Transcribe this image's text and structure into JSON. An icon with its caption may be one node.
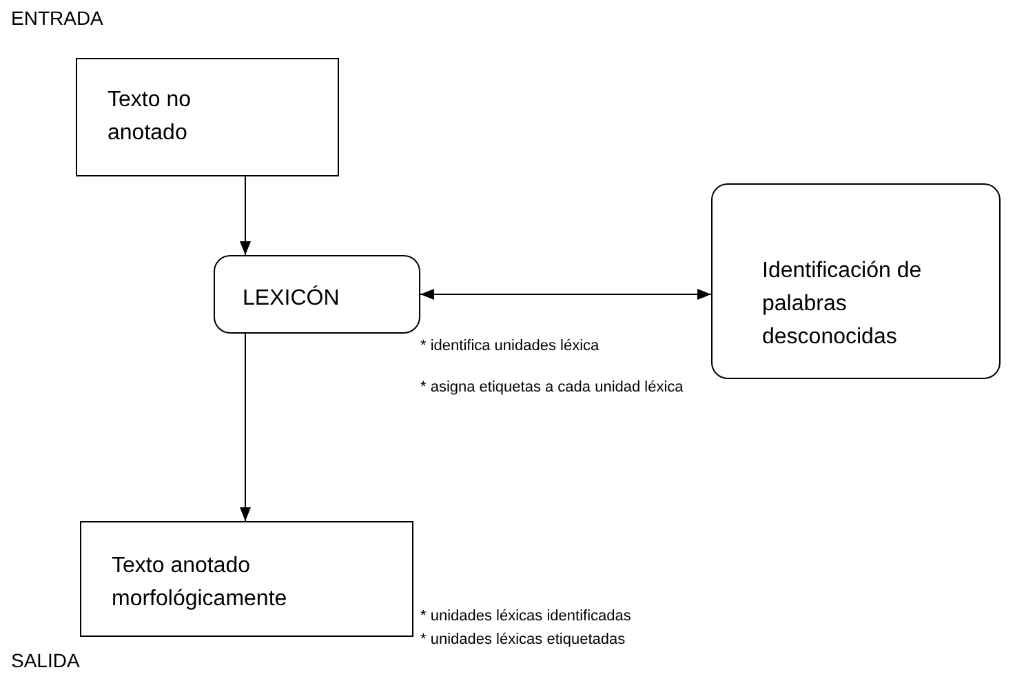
{
  "diagram": {
    "nodes": [
      {
        "text": [
          "Texto no anotado"
        ]
      },
      {
        "text": [
          "LEXICÓN"
        ],
        "beside": [
          "* identifica unidades léxica",
          "* asigna etiquetas a cada unidad léxica"
        ]
      },
      {
        "text": [
          "Identificación de palabras desconocidas"
        ]
      },
      {
        "text": [
          "Texto anotado morfológicamente"
        ],
        "beside": [
          "* unidades léxicas identificadas",
          "* unidades léxicas etiquetadas"
        ]
      }
    ],
    "edges": [
      {
        "from": 0,
        "to": 1,
        "arrow": "to"
      },
      {
        "from": 1,
        "to": 2,
        "arrow": "both"
      },
      {
        "from": 1,
        "to": 3,
        "arrow": "to"
      }
    ],
    "labels": [
      "ENTRADA",
      "SALIDA"
    ]
  }
}
